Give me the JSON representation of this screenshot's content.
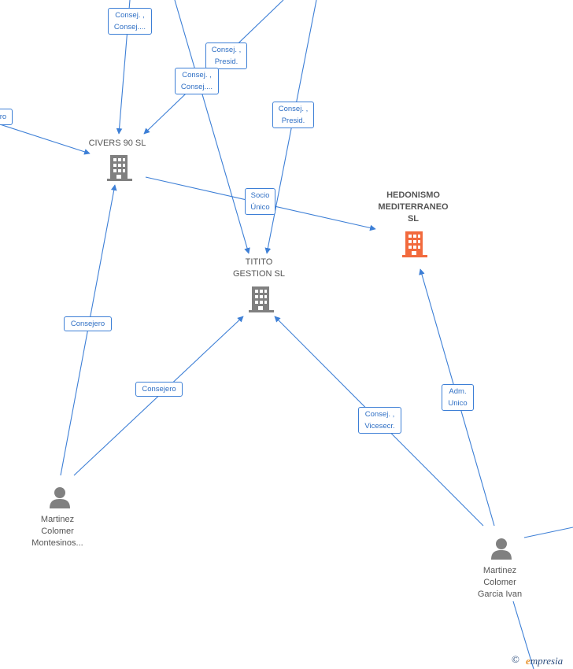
{
  "nodes": {
    "civers": {
      "label": "CIVERS 90 SL",
      "type": "company"
    },
    "hedonismo": {
      "label": "HEDONISMO\nMEDITERRANEO\nSL",
      "type": "company-highlight"
    },
    "titito": {
      "label": "TITITO\nGESTION  SL",
      "type": "company"
    },
    "montesinos": {
      "label": "Martinez\nColomer\nMontesinos...",
      "type": "person"
    },
    "garcia": {
      "label": "Martinez\nColomer\nGarcia Ivan",
      "type": "person"
    }
  },
  "edge_labels": {
    "consej_top": "Consej. ,\nConsej....",
    "consej_presid_top": "Consej. ,\nPresid.",
    "consej_mid": "Consej. ,\nConsej....",
    "consej_presid_right": "Consej. ,\nPresid.",
    "left_cut": "ro",
    "socio_unico": "Socio\nÚnico",
    "consejero_left": "Consejero",
    "consejero_mid": "Consejero",
    "consej_vicesecr": "Consej. ,\nVicesecr.",
    "adm_unico": "Adm.\nUnico"
  },
  "colors": {
    "edge": "#3d7fd6",
    "company_icon": "#808080",
    "highlight_icon": "#f26a3d",
    "person_icon": "#808080"
  },
  "footer": {
    "copyright_symbol": "©",
    "brand_initial": "e",
    "brand_rest": "mpresia"
  }
}
